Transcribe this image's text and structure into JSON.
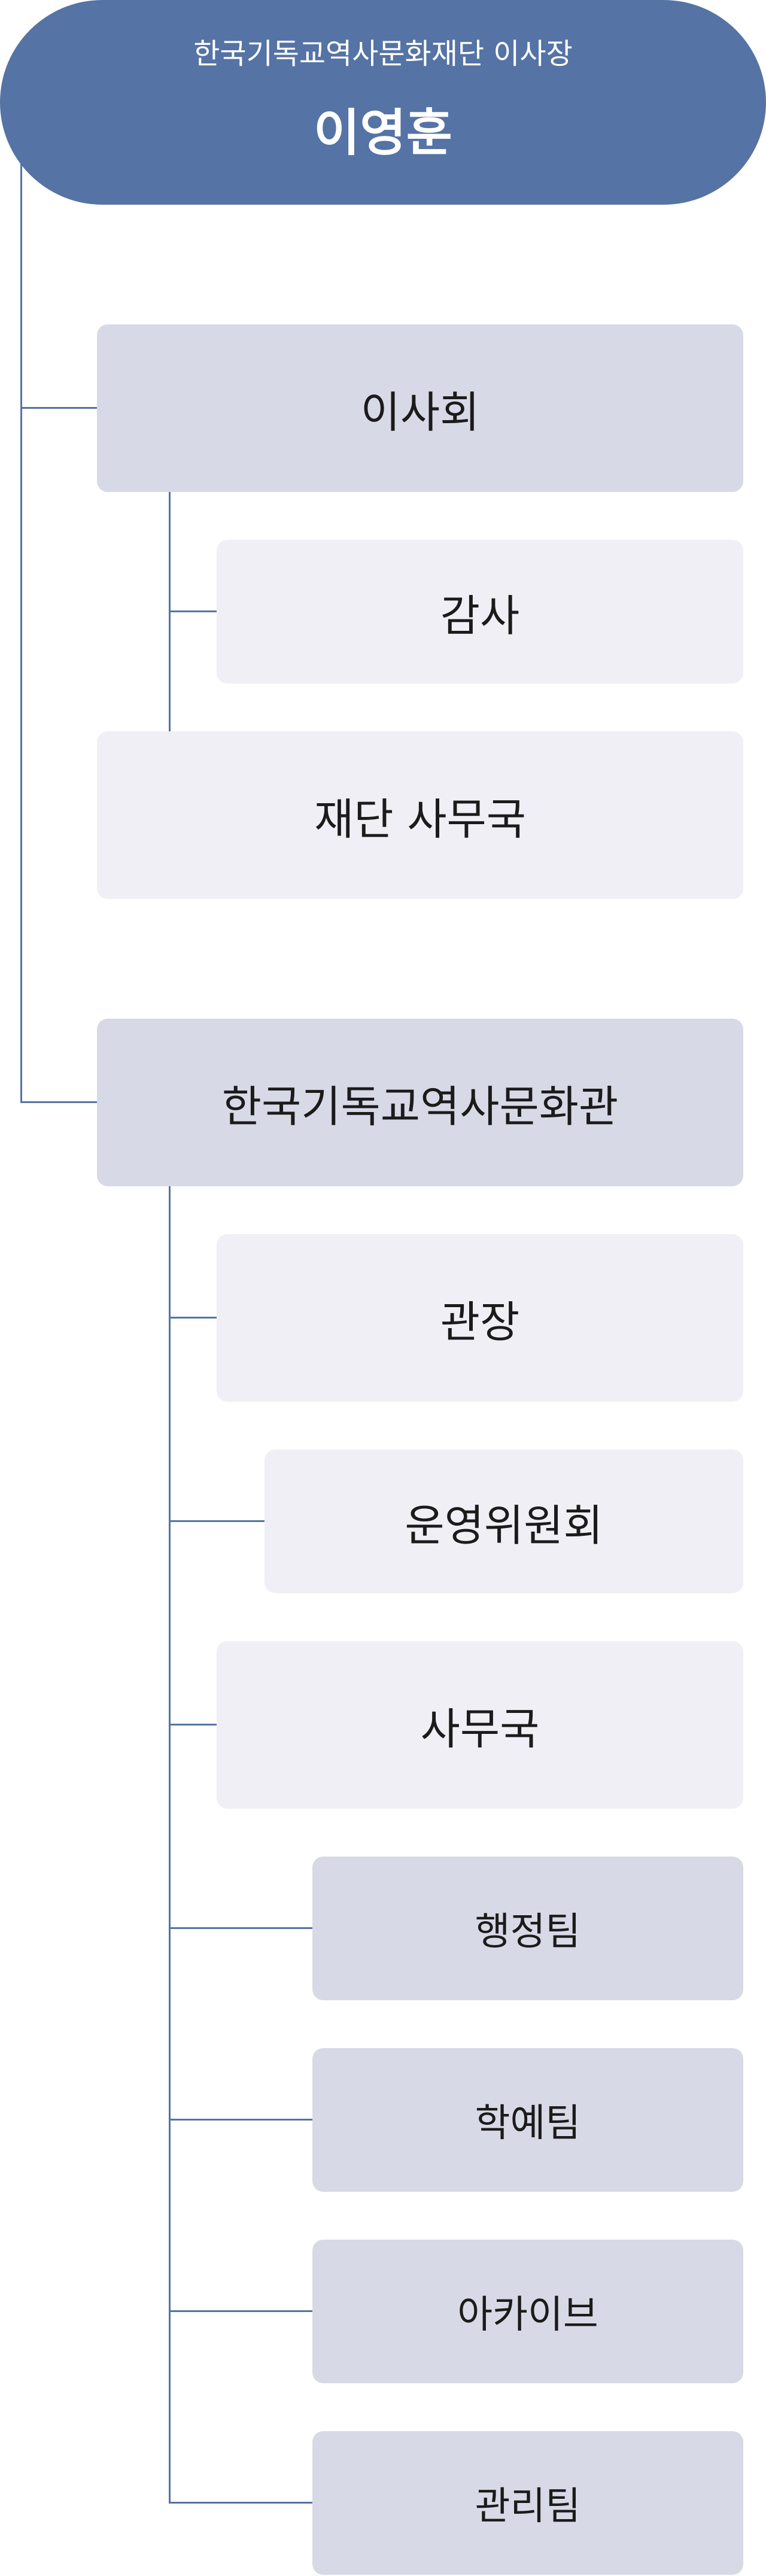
{
  "root": {
    "subtitle": "한국기독교역사문화재단 이사장",
    "name": "이영훈"
  },
  "board": {
    "label": "이사회"
  },
  "auditor": {
    "label": "감사"
  },
  "foundation_office": {
    "label": "재단 사무국"
  },
  "hall": {
    "label": "한국기독교역사문화관"
  },
  "director": {
    "label": "관장"
  },
  "steering_committee": {
    "label": "운영위원회"
  },
  "hall_office": {
    "label": "사무국"
  },
  "teams": [
    {
      "label": "행정팀"
    },
    {
      "label": "학예팀"
    },
    {
      "label": "아카이브"
    },
    {
      "label": "관리팀"
    }
  ],
  "colors": {
    "primary": "#5573a4",
    "box_dark": "#d8d9e6",
    "box_light": "#efeff5"
  }
}
